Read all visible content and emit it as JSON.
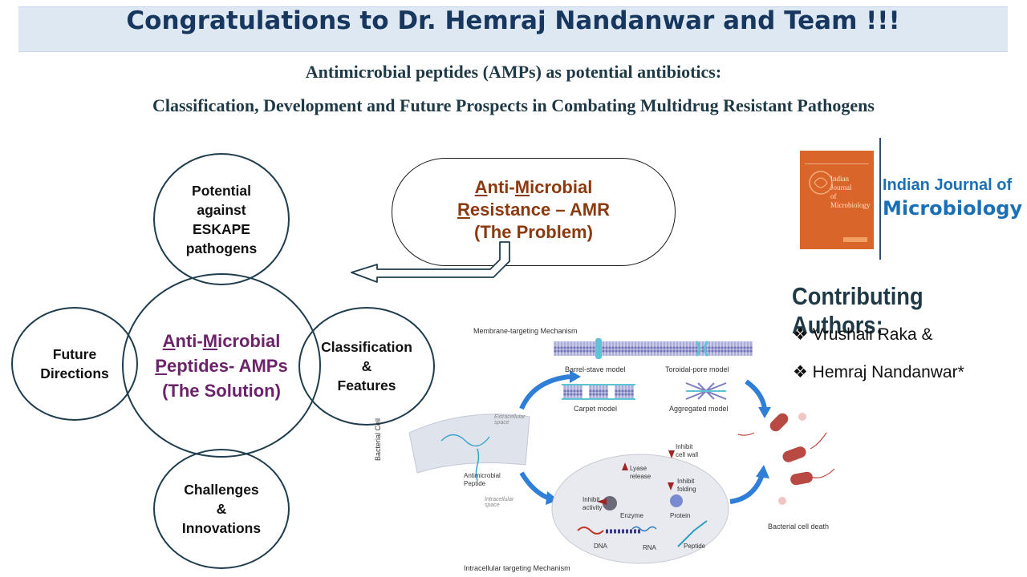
{
  "banner": {
    "title": "Congratulations to Dr. Hemraj Nandanwar and Team !!!"
  },
  "article": {
    "title_line1": "Antimicrobial peptides (AMPs) as potential antibiotics:",
    "title_line2": "Classification, Development and Future Prospects in Combating Multidrug Resistant Pathogens"
  },
  "amr": {
    "w1": "A",
    "w1b": "nti-",
    "w2": "M",
    "w2b": "icrobial",
    "w3": "R",
    "w3b": "esistance – AMR",
    "line3": "(The Problem)"
  },
  "amp": {
    "w1": "A",
    "w1b": "nti-",
    "w2": "M",
    "w2b": "icrobial",
    "w3": "P",
    "w3b": "eptides- AMPs",
    "line3": "(The Solution)"
  },
  "circles": {
    "top": [
      "Potential",
      "against",
      "ESKAPE",
      "pathogens"
    ],
    "left": [
      "Future",
      "Directions"
    ],
    "right": [
      "Classification",
      "&",
      "Features"
    ],
    "bottom": [
      "Challenges",
      "&",
      "Innovations"
    ]
  },
  "journal": {
    "line1": "Indian Journal of",
    "line2": "Microbiology",
    "cover_line1": "Indian",
    "cover_line2": "Journal",
    "cover_line3": "of",
    "cover_line4": "Microbiology"
  },
  "authors": {
    "heading": "Contributing Authors:",
    "list": [
      "Vrushali Raka &",
      "Hemraj Nandanwar*"
    ]
  },
  "figure": {
    "membrane_title": "Membrane-targeting Mechanism",
    "barrel": "Barrel-stave model",
    "toroidal": "Toroidal-pore model",
    "carpet": "Carpet model",
    "aggregated": "Aggregated model",
    "bacterial_cell": "Bacterial Cell",
    "extracellular": "Extracellular space",
    "intracellular": "Intracellular space",
    "amp": [
      "Antimicrobial",
      "Peptide"
    ],
    "inhibit_wall": [
      "Inhibit",
      "cell wall"
    ],
    "lyase": [
      "Lyase",
      "release"
    ],
    "inhibit_activity": [
      "Inhibit",
      "activity"
    ],
    "enzyme": "Enzyme",
    "inhibit_folding": [
      "Inhibit",
      "folding"
    ],
    "protein": "Protein",
    "dna": "DNA",
    "rna": "RNA",
    "peptide": "Peptide",
    "death": "Bacterial cell death",
    "intracellular_title": "Intracellular targeting Mechanism"
  },
  "colors": {
    "banner_bg": "#dde8f3",
    "banner_text": "#17375e",
    "amp_text": "#6b2369",
    "amr_text": "#8b3a10",
    "journal_blue": "#1b6fb5",
    "authors_text": "#1f3a46"
  }
}
